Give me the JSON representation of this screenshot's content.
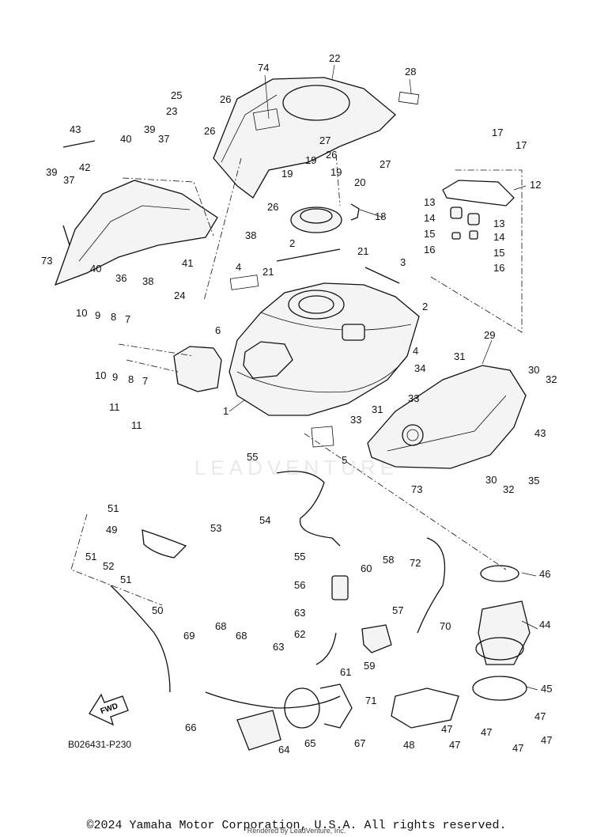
{
  "diagram": {
    "code": "B026431-P230",
    "fwd_label": "FWD",
    "watermark": "LEADVENTURE",
    "copyright": "©2024 Yamaha Motor Corporation, U.S.A. All rights reserved.",
    "rendered_by": "Rendered by LeadVenture, Inc."
  },
  "callouts": [
    "1",
    "2",
    "3",
    "4",
    "5",
    "6",
    "7",
    "8",
    "9",
    "10",
    "11",
    "12",
    "13",
    "14",
    "15",
    "16",
    "17",
    "18",
    "19",
    "20",
    "21",
    "22",
    "23",
    "24",
    "25",
    "26",
    "27",
    "28",
    "29",
    "30",
    "31",
    "32",
    "33",
    "34",
    "35",
    "36",
    "37",
    "38",
    "39",
    "40",
    "41",
    "42",
    "43",
    "44",
    "45",
    "46",
    "47",
    "48",
    "49",
    "50",
    "51",
    "52",
    "53",
    "54",
    "55",
    "56",
    "57",
    "58",
    "59",
    "60",
    "61",
    "62",
    "63",
    "64",
    "65",
    "66",
    "67",
    "68",
    "69",
    "70",
    "71",
    "72",
    "73",
    "74"
  ]
}
